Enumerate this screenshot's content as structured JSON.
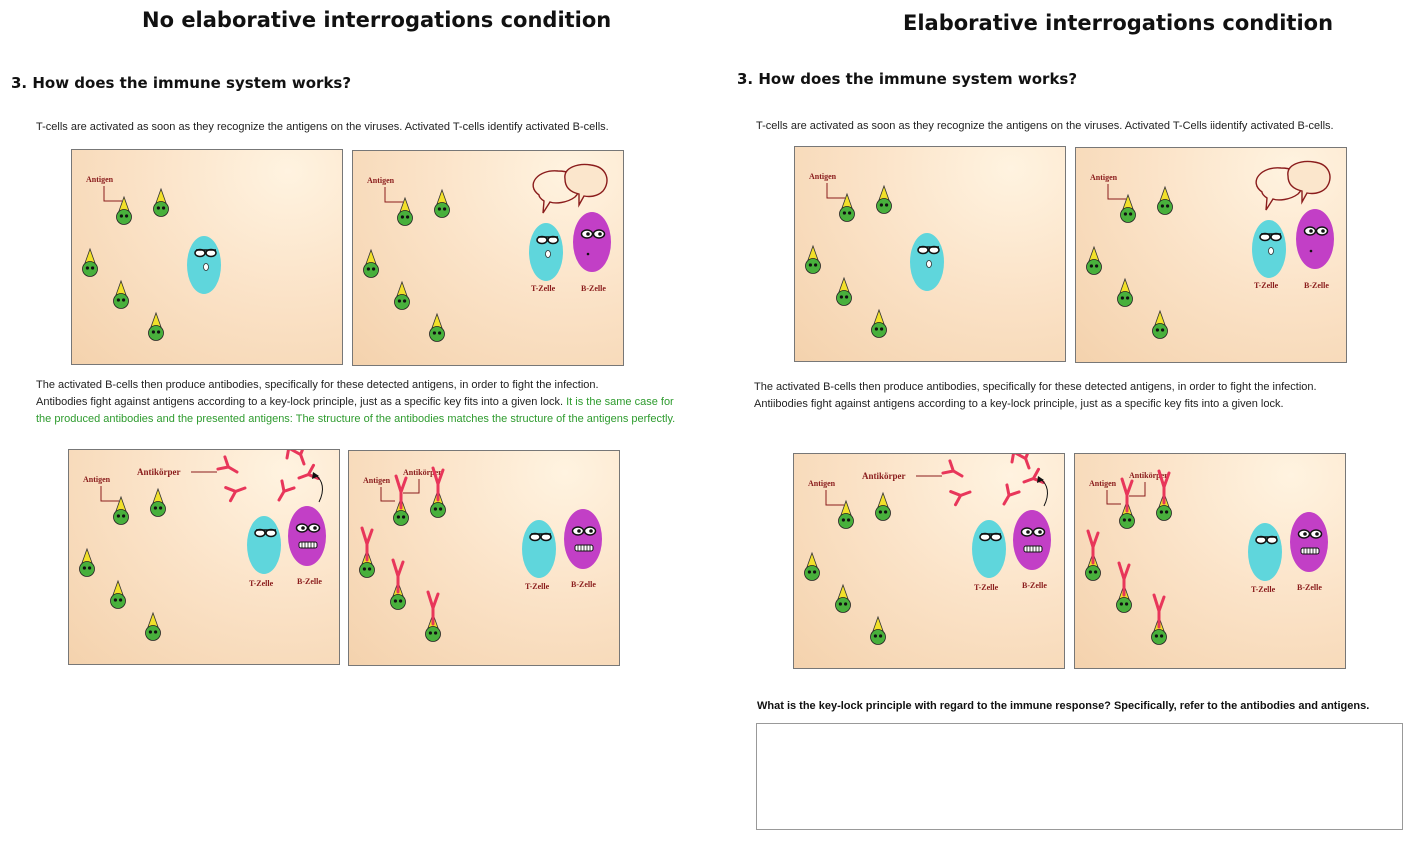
{
  "left": {
    "title": "No elaborative interrogations condition",
    "question": "3. How does the immune system works?",
    "para1": "T-cells are activated as soon as they recognize the antigens on the viruses. Activated T-cells identify activated B-cells.",
    "para2_line1": "The activated B-cells then produce antibodies, specifically for these detected antigens, in order to fight the infection.",
    "para2_line2_black": "Antibodies fight against antigens according to a key-lock principle, just as a specific key fits into a given lock.",
    "para2_line2_green": "It is the same case for",
    "para2_line3_green": "the produced antibodies and the presented antigens: The structure of the antibodies matches the structure of the antigens perfectly."
  },
  "right": {
    "title": "Elaborative interrogations condition",
    "question": "3. How does the immune system works?",
    "para1": "T-cells are activated as soon as they recognize the antigens on the viruses. Activated T-Cells iidentify activated B-cells.",
    "para2_line1": "The activated B-cells then produce antibodies, specifically for these detected antigens, in order to fight the infection.",
    "para2_line2": "Antiibodies fight against antigens according to a key-lock principle, just as a specific key fits into a given lock.",
    "prompt": "What is the key-lock principle with regard to the immune response? Specifically, refer to the antibodies and antigens.",
    "answer_value": ""
  },
  "figure_labels": {
    "antigen": "Antigen",
    "antibody": "Antikörper",
    "tcell": "T-Zelle",
    "bcell": "B-Zelle"
  },
  "colors": {
    "tcell": "#5fd6dc",
    "bcell": "#c23fc6",
    "virus_body": "#48b03c",
    "virus_cap": "#f2e02a",
    "antibody": "#e8365a",
    "label": "#8a1c1c",
    "green_text": "#2e9b2e"
  }
}
